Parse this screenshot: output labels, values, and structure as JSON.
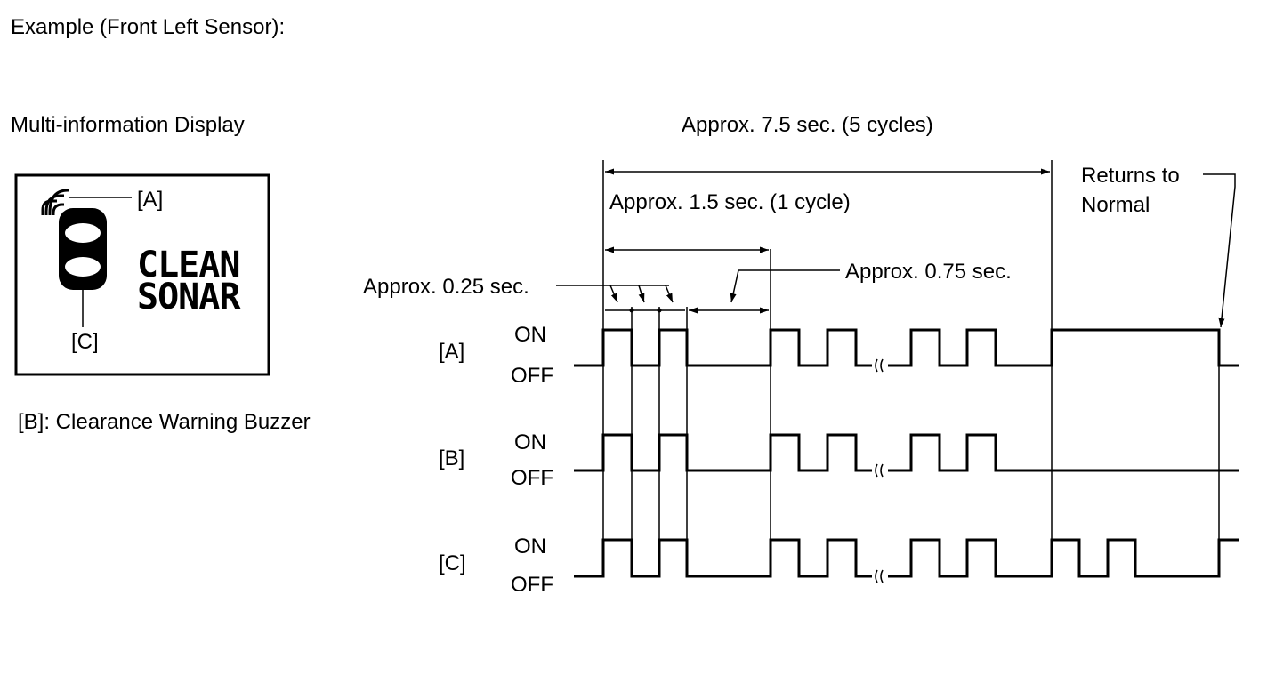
{
  "title": "Example (Front Left Sensor):",
  "display": {
    "heading": "Multi-information Display",
    "label_a": "[A]",
    "label_c": "[C]",
    "message_line1": "CLEAN",
    "message_line2": "SONAR",
    "sensor_icon": "sonar-wave-icon",
    "vehicle_icon": "vehicle-top-view-icon"
  },
  "legend_b": "[B]: Clearance Warning Buzzer",
  "timing": {
    "total": "Approx. 7.5 sec. (5 cycles)",
    "cycle": "Approx. 1.5 sec. (1 cycle)",
    "on_time": "Approx. 0.25 sec.",
    "off_time": "Approx. 0.75 sec.",
    "returns_line1": "Returns to",
    "returns_line2": "Normal"
  },
  "signals": [
    {
      "label": "[A]",
      "on": "ON",
      "off": "OFF"
    },
    {
      "label": "[B]",
      "on": "ON",
      "off": "OFF"
    },
    {
      "label": "[C]",
      "on": "ON",
      "off": "OFF"
    }
  ]
}
